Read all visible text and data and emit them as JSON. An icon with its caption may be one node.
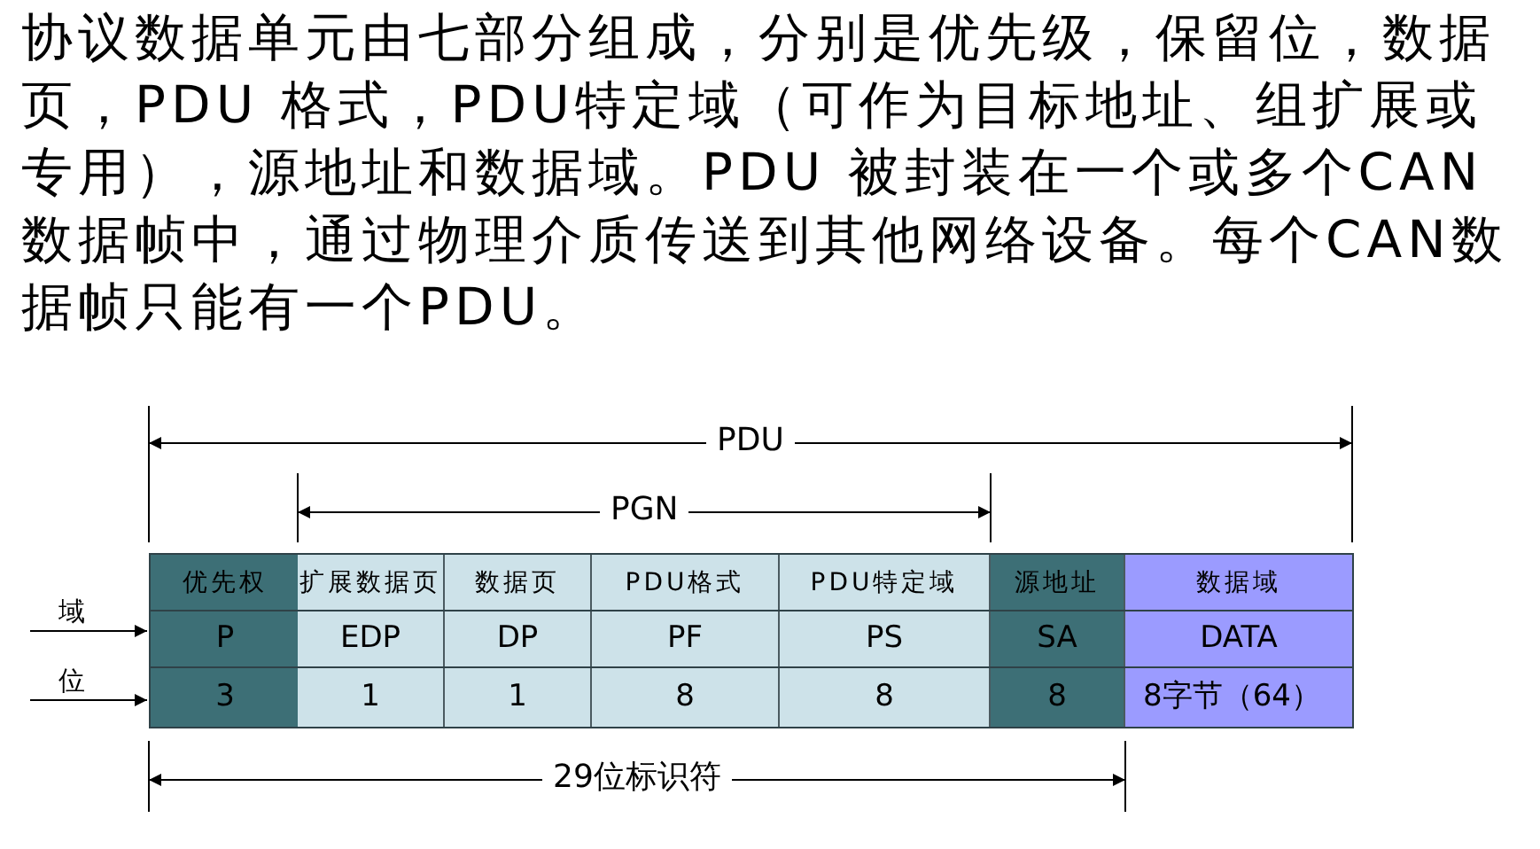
{
  "diagram": {
    "nodes": [
      {
        "text": [
          "优先权",
          "扩展数据页",
          "数据页",
          "PDU格式",
          "PDU特定域",
          "源地址",
          "数据域"
        ]
      },
      {
        "text": [
          "域"
        ]
      },
      {
        "text": [
          "P",
          "EDP",
          "DP",
          "PF",
          "PS",
          "SA",
          "DATA"
        ]
      },
      {
        "text": [
          "位"
        ]
      },
      {
        "text": [
          "3",
          "1",
          "1",
          "8",
          "8",
          "8",
          "8字节（64）"
        ]
      }
    ],
    "edges": [
      {
        "from": 1,
        "to": 2,
        "arrow": "to"
      },
      {
        "from": 3,
        "to": 4,
        "arrow": "to"
      }
    ],
    "labels": [
      "协议数据单元由七部分组成，分别是优先级，保留位，数据页，PDU 格式，PDU特定域（可作为目标地址、组扩展或专用），源地址和数据域。PDU 被封装在一个或多个CAN数据帧中，通过物理介质传送到其他网络设备。每个CAN数据帧只能有一个PDU。",
      "PDU",
      "PGN",
      "29位标识符"
    ]
  }
}
